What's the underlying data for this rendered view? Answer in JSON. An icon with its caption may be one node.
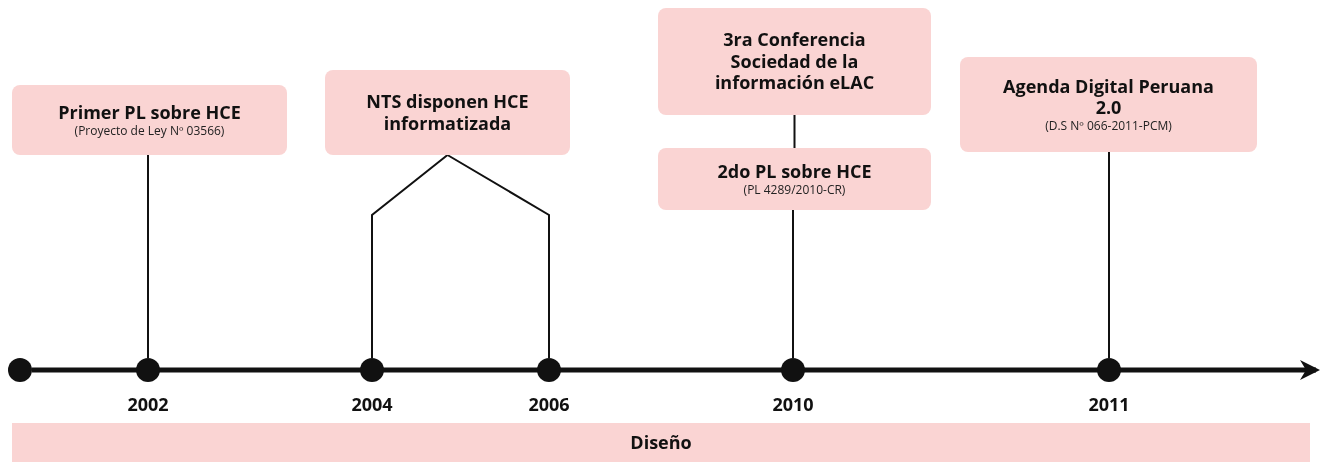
{
  "diagram": {
    "nodes": [
      {
        "text": [
          "Primer PL sobre HCE",
          "(Proyecto de Ley Nº 03566)"
        ]
      },
      {
        "text": [
          "NTS disponen HCE informatizada"
        ]
      },
      {
        "text": [
          "3ra Conferencia Sociedad de la información eLAC"
        ]
      },
      {
        "text": [
          "2do PL sobre HCE",
          "(PL 4289/2010-CR)"
        ]
      },
      {
        "text": [
          "Agenda Digital Peruana 2.0",
          "(D.S Nº 066-2011-PCM)"
        ]
      },
      {
        "text": [],
        "shape": "circle"
      },
      {
        "text": [],
        "shape": "circle",
        "beside": [
          "2002"
        ]
      },
      {
        "text": [],
        "shape": "circle",
        "beside": [
          "2004"
        ]
      },
      {
        "text": [],
        "shape": "circle",
        "beside": [
          "2006"
        ]
      },
      {
        "text": [],
        "shape": "circle",
        "beside": [
          "2010"
        ]
      },
      {
        "text": [],
        "shape": "circle",
        "beside": [
          "2011"
        ]
      },
      {
        "text": [
          "Diseño"
        ]
      }
    ],
    "edges": [
      {
        "from": 0,
        "to": 6,
        "arrow": "none"
      },
      {
        "from": 1,
        "to": 7,
        "arrow": "none"
      },
      {
        "from": 1,
        "to": 8,
        "arrow": "none"
      },
      {
        "from": 2,
        "to": 3,
        "arrow": "none"
      },
      {
        "from": 3,
        "to": 9,
        "arrow": "none"
      },
      {
        "from": 4,
        "to": 10,
        "arrow": "none"
      },
      {
        "from": 5,
        "to": null,
        "arrow": "to",
        "style": "thick"
      }
    ]
  }
}
